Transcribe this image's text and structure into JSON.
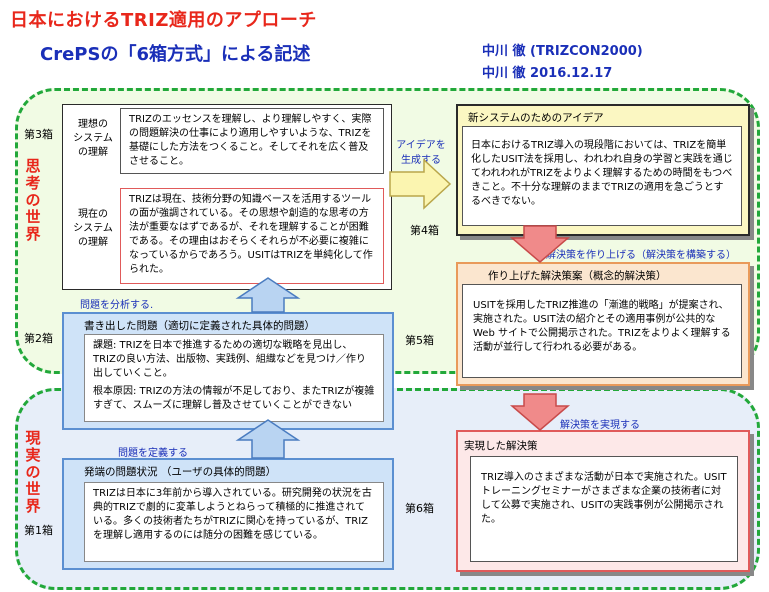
{
  "title": "日本におけるTRIZ適用のアプローチ",
  "subtitle": "CrePSの「6箱方式」による記述",
  "author_line1": "中川 徹  (TRIZCON2000)",
  "author_line2": "中川 徹  2016.12.17",
  "worlds": {
    "thinking": "思考の世界",
    "real": "現実の世界"
  },
  "box_labels": {
    "b1": "第1箱",
    "b2": "第2箱",
    "b3": "第3箱",
    "b4": "第4箱",
    "b5": "第5箱",
    "b6": "第6箱"
  },
  "box3": {
    "ideal_label": "理想の\nシステム\nの理解",
    "ideal_text": "TRIZのエッセンスを理解し、より理解しやすく、実際の問題解決の仕事により適用しやすいような、TRIZを基礎にした方法をつくること。そしてそれを広く普及させること。",
    "current_label": "現在の\nシステム\nの理解",
    "current_text": "TRIZは現在、技術分野の知識ベースを活用するツールの面が強調されている。その思想や創造的な思考の方法が重要なはずであるが、それを理解することが困難である。その理由はおそらくそれらが不必要に複雑になっているからであろう。USITはTRIZを単純化して作られた。"
  },
  "box2": {
    "head": "書き出した問題（適切に定義された具体的問題）",
    "text1": "課題:  TRIZを日本で推進するための適切な戦略を見出し、TRIZの良い方法、出版物、実践例、組織などを見つけ／作り出していくこと。",
    "text2": "根本原因:  TRIZの方法の情報が不足しており、またTRIZが複雑すぎて、スムーズに理解し普及させていくことができない"
  },
  "box1": {
    "head": "発端の問題状況  （ユーザの具体的問題）",
    "text": "TRIZは日本に3年前から導入されている。研究開発の状況を古典的TRIZで劇的に変革しようとねらって積極的に推進されている。多くの技術者たちがTRIZに関心を持っているが、TRIZを理解し適用するのには随分の困難を感じている。"
  },
  "box4": {
    "head": "新システムのためのアイデア",
    "text": "日本におけるTRIZ導入の現段階においては、TRIZを簡単化したUSIT法を採用し、われわれ自身の学習と実践を通じてわれわれがTRIZをよりよく理解するための時間をもつべきこと。不十分な理解のままでTRIZの適用を急ごうとするべきでない。"
  },
  "box5": {
    "head": "作り上げた解決策案（概念的解決策）",
    "text": "USITを採用したTRIZ推進の「漸進的戦略」が提案され、実施された。USIT法の紹介とその適用事例が公共的なWeb サイトで公開掲示された。TRIZをよりよく理解する活動が並行して行われる必要がある。"
  },
  "box6": {
    "head": "実現した解決策",
    "text": "TRIZ導入のさまざまな活動が日本で実施された。USITトレーニングセミナーがさまざまな企業の技術者に対して公募で実施され、USITの実践事例が公開掲示された。"
  },
  "arrows": {
    "analyze": "問題を分析する.",
    "define": "問題を定義する",
    "generate": "アイデアを\n生成する",
    "build": "解決策を作り上げる（解決策を構築する）",
    "implement": "解決策を実現する"
  },
  "colors": {
    "title_red": "#e8271b",
    "blue_text": "#1a2fb8",
    "green_dash": "#22a83a",
    "box3_border": "#2a2a2a",
    "box2_border": "#5b8fd1",
    "box5_border": "#e99a5a",
    "box6_border": "#e05a5a"
  }
}
